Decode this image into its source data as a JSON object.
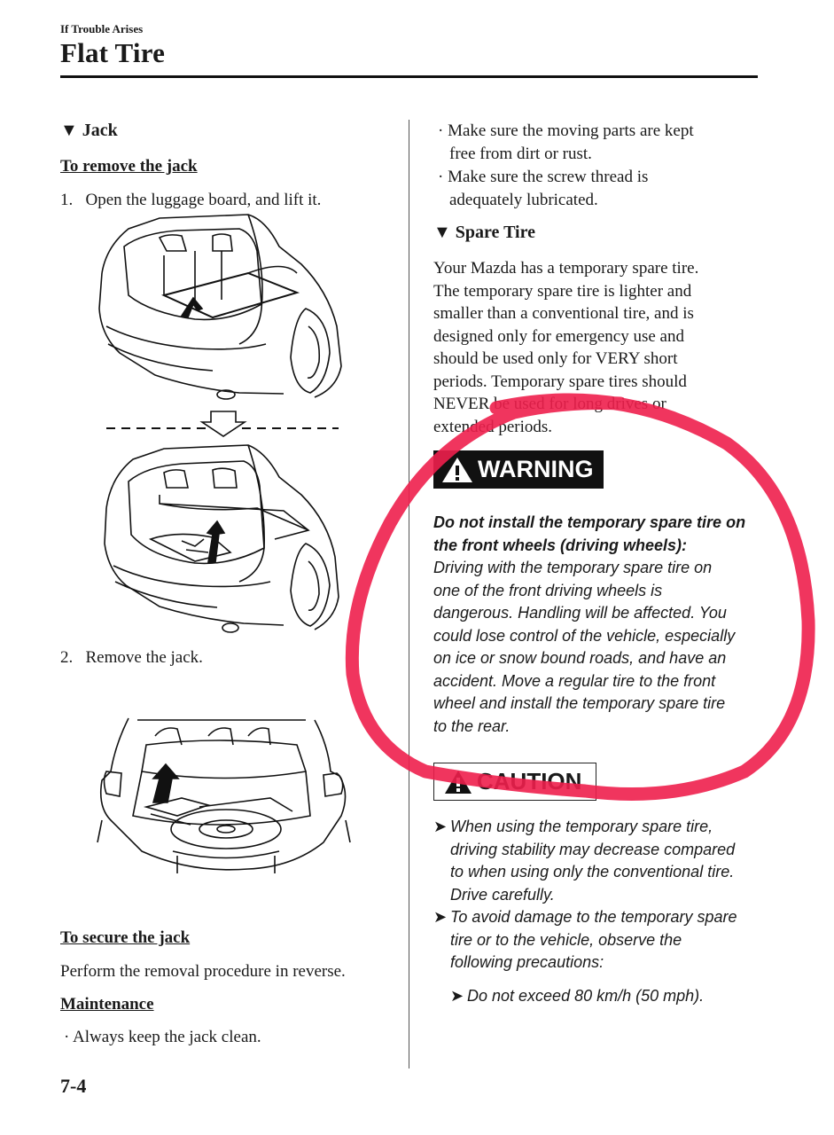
{
  "header": {
    "section": "If Trouble Arises",
    "title": "Flat Tire"
  },
  "left": {
    "jack_heading": "Jack",
    "remove_heading": "To remove the jack",
    "step1_num": "1.",
    "step1_text": "Open the luggage board, and lift it.",
    "step2_num": "2.",
    "step2_text": "Remove the jack.",
    "secure_heading": "To secure the jack",
    "secure_text": "Perform the removal procedure in reverse.",
    "maint_heading": "Maintenance",
    "maint_bullets": [
      "Always keep the jack clean."
    ]
  },
  "right": {
    "maint_bullets": [
      [
        "Make sure the moving parts are kept",
        "free from dirt or rust."
      ],
      [
        "Make sure the screw thread is",
        "adequately lubricated."
      ]
    ],
    "spare_heading": "Spare Tire",
    "spare_lines": [
      "Your Mazda has a temporary spare tire.",
      "The temporary spare tire is lighter and",
      "smaller than a conventional tire, and is",
      "designed only for emergency use and",
      "should be used only for VERY short",
      "periods. Temporary spare tires should",
      "NEVER be used for long drives or",
      "extended periods."
    ],
    "warning_label": "WARNING",
    "warning_bold": [
      "Do not install the temporary spare tire on",
      "the front wheels (driving wheels):"
    ],
    "warning_lines": [
      "Driving with the temporary spare tire on",
      "one of the front driving wheels is",
      "dangerous. Handling will be affected. You",
      "could lose control of the vehicle, especially",
      "on ice or snow bound roads, and have an",
      "accident. Move a regular tire to the front",
      "wheel and install the temporary spare tire",
      "to the rear."
    ],
    "caution_label": "CAUTION",
    "caution_items": [
      [
        "When using the temporary spare tire,",
        "driving stability may decrease compared",
        "to when using only the conventional tire.",
        "Drive carefully."
      ],
      [
        "To avoid damage to the temporary spare",
        "tire or to the vehicle, observe the",
        "following precautions:"
      ]
    ],
    "caution_sub": [
      "Do not exceed 80 km/h (50 mph)."
    ]
  },
  "page_number": "7-4",
  "colors": {
    "annotation": "#ee1f4c",
    "text": "#1a1a1a"
  }
}
